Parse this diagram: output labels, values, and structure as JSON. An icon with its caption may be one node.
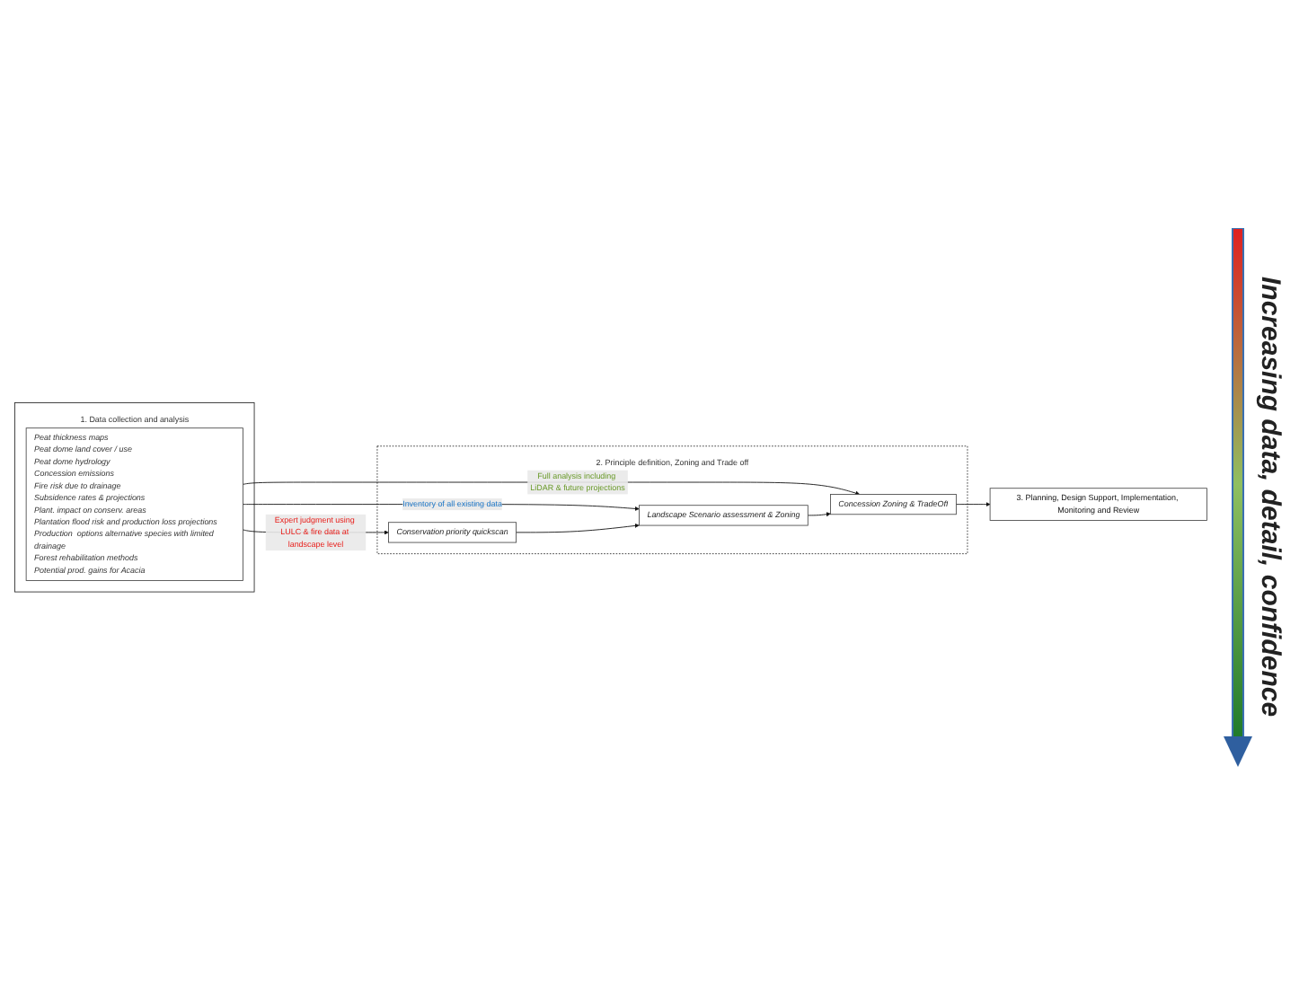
{
  "diagram": {
    "nodes": [
      {
        "text": [
          "1. Data collection and analysis"
        ]
      },
      {
        "text": [
          "Peat thickness maps",
          "Peat dome land cover / use",
          "Peat dome hydrology",
          "Concession emissions",
          "Fire risk due to drainage",
          "Subsidence rates & projections",
          "Plant. impact on conserv. areas",
          "Plantation flood risk and production loss projections",
          "Production  options alternative species with limited drainage",
          "Forest rehabilitation methods",
          "Potential prod. gains for Acacia"
        ],
        "in": 0
      },
      {
        "text": [
          "2. Principle definition, Zoning and Trade off"
        ]
      },
      {
        "text": [
          "Conservation priority quickscan"
        ],
        "in": 2
      },
      {
        "text": [
          "Landscape Scenario assessment & Zoning"
        ],
        "in": 2
      },
      {
        "text": [
          "Concession Zoning & TradeOff"
        ],
        "in": 2
      },
      {
        "text": [
          "3. Planning, Design Support, Implementation, Monitoring and Review"
        ]
      }
    ],
    "edges": [
      {
        "from": 1,
        "to": 3,
        "arrow": "to",
        "label": "Expert judgment using LULC & fire data at landscape level"
      },
      {
        "from": 1,
        "to": 4,
        "arrow": "to",
        "label": "Inventory of all existing data"
      },
      {
        "from": 1,
        "to": 5,
        "arrow": "to",
        "label": "Full analysis including LiDAR & future projections"
      },
      {
        "from": 3,
        "to": 4,
        "arrow": "to"
      },
      {
        "from": 4,
        "to": 5,
        "arrow": "to"
      },
      {
        "from": 5,
        "to": 6,
        "arrow": "to"
      }
    ],
    "labels": [
      "Increasing data, detail, confidence"
    ]
  }
}
